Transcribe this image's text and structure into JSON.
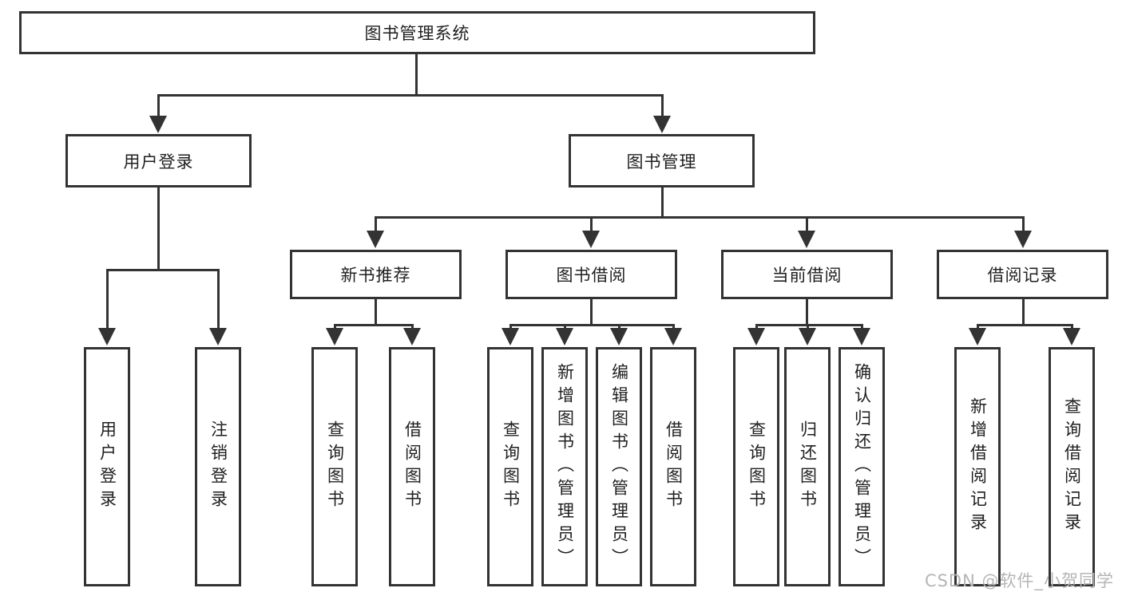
{
  "tree": {
    "root": {
      "label": "图书管理系统"
    },
    "user_login": {
      "label": "用户登录",
      "children": [
        {
          "label": "用户登录"
        },
        {
          "label": "注销登录"
        }
      ]
    },
    "book_management": {
      "label": "图书管理",
      "groups": [
        {
          "label": "新书推荐",
          "children": [
            {
              "label": "查询图书"
            },
            {
              "label": "借阅图书"
            }
          ]
        },
        {
          "label": "图书借阅",
          "children": [
            {
              "label": "查询图书"
            },
            {
              "label": "新增图书（管理员）"
            },
            {
              "label": "编辑图书（管理员）"
            },
            {
              "label": "借阅图书"
            }
          ]
        },
        {
          "label": "当前借阅",
          "children": [
            {
              "label": "查询图书"
            },
            {
              "label": "归还图书"
            },
            {
              "label": "确认归还（管理员）"
            }
          ]
        },
        {
          "label": "借阅记录",
          "children": [
            {
              "label": "新增借阅记录"
            },
            {
              "label": "查询借阅记录"
            }
          ]
        }
      ]
    }
  },
  "watermark": "CSDN @软件_小贺同学",
  "colors": {
    "line": "#333333",
    "text": "#1f1f1f",
    "watermark": "#b5b5b5",
    "background": "#ffffff"
  }
}
